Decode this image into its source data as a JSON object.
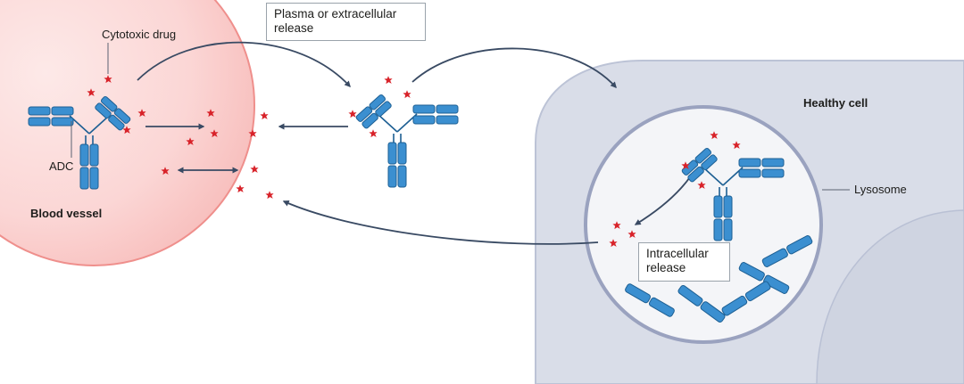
{
  "labels": {
    "cytotoxic_drug": "Cytotoxic drug",
    "adc": "ADC",
    "blood_vessel": "Blood vessel",
    "healthy_cell": "Healthy cell",
    "lysosome": "Lysosome",
    "plasma_release": "Plasma or extracellular\nrelease",
    "intracellular_release": "Intracellular\nrelease"
  },
  "colors": {
    "vessel_fill": "#fbd3d2",
    "vessel_stroke": "#ef8f8c",
    "cell_fill": "#d9dde8",
    "lysosome_fill": "#f4f5f8",
    "lysosome_ring": "#9aa2bf",
    "antibody_fill": "#3b8fd0",
    "antibody_stroke": "#1d5f93",
    "drug": "#d8232a",
    "arrow": "#394a63"
  }
}
